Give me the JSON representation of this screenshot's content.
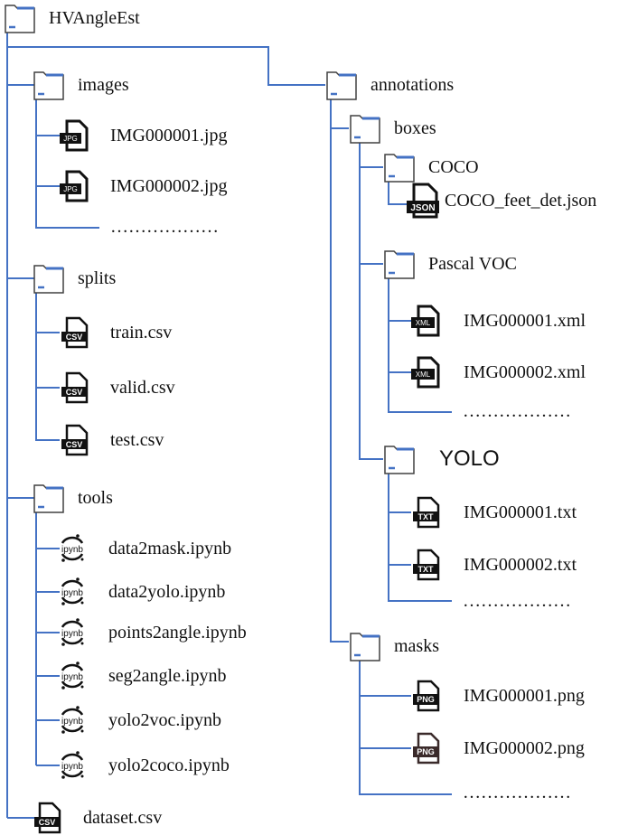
{
  "root": {
    "label": "HVAngleEst"
  },
  "images": {
    "label": "images",
    "files": [
      "IMG000001.jpg",
      "IMG000002.jpg"
    ],
    "ellipsis": "………………"
  },
  "splits": {
    "label": "splits",
    "files": [
      "train.csv",
      "valid.csv",
      "test.csv"
    ]
  },
  "tools": {
    "label": "tools",
    "files": [
      "data2mask.ipynb",
      "data2yolo.ipynb",
      "points2angle.ipynb",
      "seg2angle.ipynb",
      "yolo2voc.ipynb",
      "yolo2coco.ipynb"
    ]
  },
  "dataset": {
    "label": "dataset.csv"
  },
  "annotations": {
    "label": "annotations"
  },
  "boxes": {
    "label": "boxes"
  },
  "coco": {
    "label": "COCO",
    "files": [
      "COCO_feet_det.json"
    ]
  },
  "voc": {
    "label": "Pascal VOC",
    "files": [
      "IMG000001.xml",
      "IMG000002.xml"
    ],
    "ellipsis": "………………"
  },
  "yolo": {
    "label": "YOLO",
    "files": [
      "IMG000001.txt",
      "IMG000002.txt"
    ],
    "ellipsis": "………………"
  },
  "masks": {
    "label": "masks",
    "files": [
      "IMG000001.png",
      "IMG000002.png"
    ],
    "ellipsis": "………………"
  },
  "badges": {
    "jpg": "JPG",
    "csv": "CSV",
    "ipynb": "ipynb",
    "json": "JSON",
    "xml": "XML",
    "txt": "TXT",
    "png": "PNG"
  },
  "colors": {
    "line": "#4472c4",
    "folder_tab": "#4472c4",
    "folder_outline": "#404040"
  }
}
